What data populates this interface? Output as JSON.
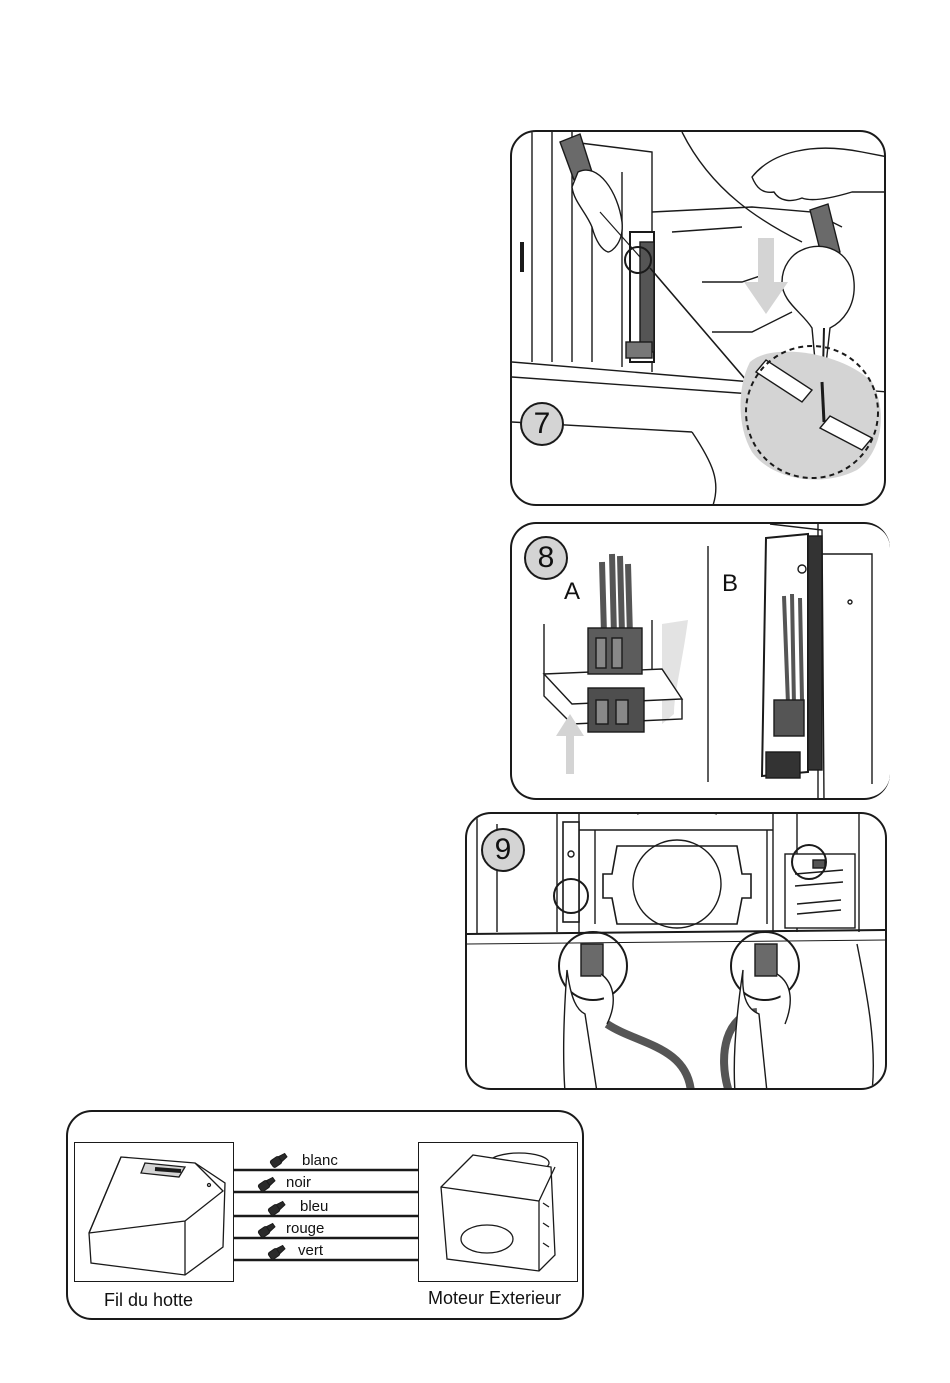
{
  "panels": {
    "step7": {
      "number": "7"
    },
    "step8": {
      "number": "8",
      "sub_a": "A",
      "sub_b": "B"
    },
    "step9": {
      "number": "9"
    }
  },
  "wiring": {
    "wires": [
      "blanc",
      "noir",
      "bleu",
      "rouge",
      "vert"
    ],
    "left_caption": "Fil du hotte",
    "right_caption": "Moteur Exterieur"
  },
  "colors": {
    "line": "#1a1a1a",
    "shade": "#d4d4d4",
    "badge": "#d4d4d4"
  }
}
